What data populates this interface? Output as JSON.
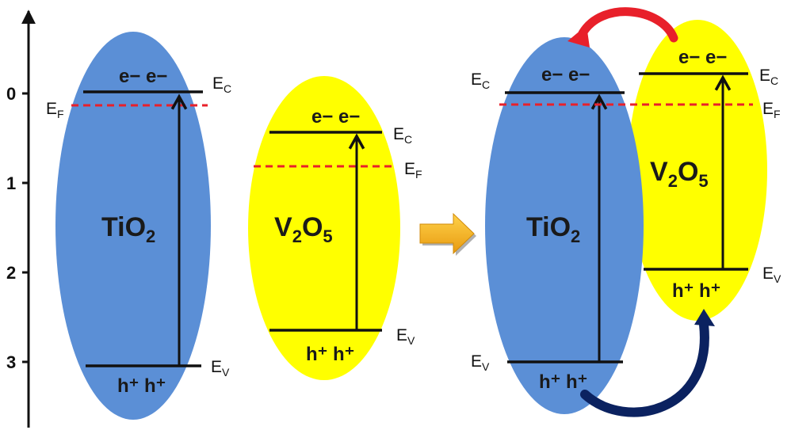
{
  "colors": {
    "tio2": "#5b8fd6",
    "v2o5": "#ffff00",
    "fermi_line": "#e8202a",
    "arrow_right": "#f5b21a",
    "electron_transfer_arrow": "#e8202a",
    "hole_transfer_arrow": "#0b2260"
  },
  "axis": {
    "ticks": [
      "0",
      "1",
      "2",
      "3"
    ]
  },
  "panel_left": {
    "tio2": {
      "label": "TiO",
      "sub": "2",
      "electrons": "e− e−",
      "holes": "h⁺ h⁺"
    },
    "v2o5": {
      "label_a": "V",
      "sub_a": "2",
      "label_b": "O",
      "sub_b": "5",
      "electrons": "e− e−",
      "holes": "h⁺ h⁺"
    }
  },
  "panel_right": {
    "tio2": {
      "label": "TiO",
      "sub": "2",
      "electrons": "e− e−",
      "holes": "h⁺ h⁺"
    },
    "v2o5": {
      "label_a": "V",
      "sub_a": "2",
      "label_b": "O",
      "sub_b": "5",
      "electrons": "e− e−",
      "holes": "h⁺ h⁺"
    }
  },
  "levels": {
    "ec": {
      "main": "E",
      "sub": "C"
    },
    "ef": {
      "main": "E",
      "sub": "F"
    },
    "ev": {
      "main": "E",
      "sub": "V"
    }
  }
}
